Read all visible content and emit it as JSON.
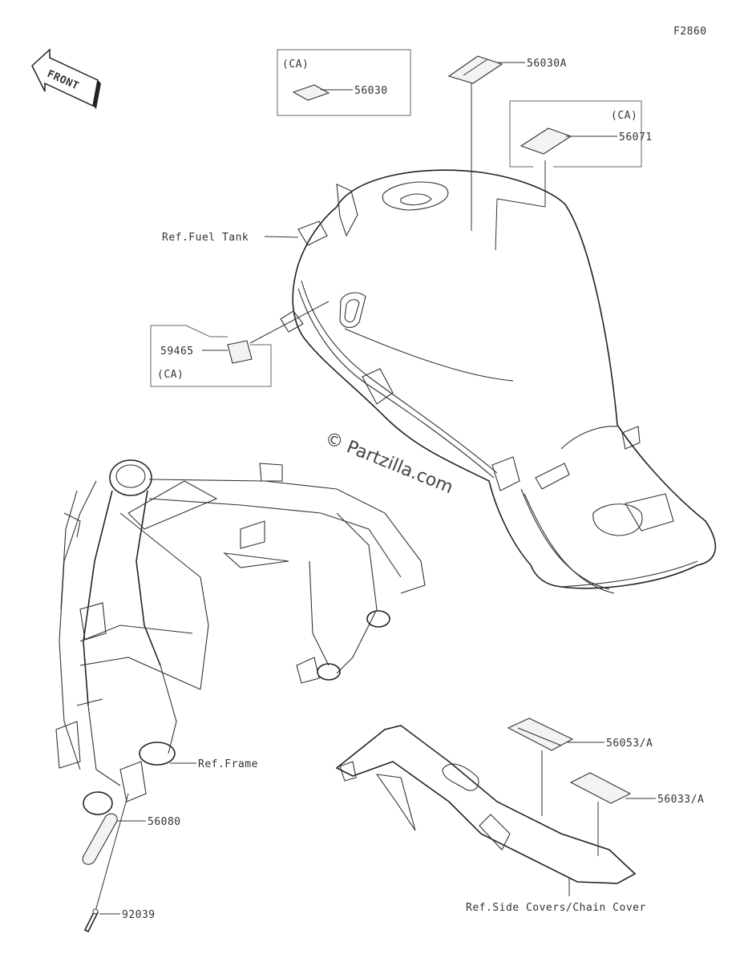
{
  "figure_code": "F2860",
  "front_label": "FRONT",
  "watermark": "© Partzilla.com",
  "parts": [
    {
      "id": "p56030",
      "number": "56030",
      "region": "(CA)"
    },
    {
      "id": "p56030a",
      "number": "56030A"
    },
    {
      "id": "p56071",
      "number": "56071",
      "region": "(CA)"
    },
    {
      "id": "p59465",
      "number": "59465",
      "region": "(CA)"
    },
    {
      "id": "p56053",
      "number": "56053/A"
    },
    {
      "id": "p56033",
      "number": "56033/A"
    },
    {
      "id": "p56080",
      "number": "56080"
    },
    {
      "id": "p92039",
      "number": "92039"
    }
  ],
  "references": {
    "fuel_tank": "Ref.Fuel Tank",
    "frame": "Ref.Frame",
    "side_covers": "Ref.Side Covers/Chain Cover"
  }
}
